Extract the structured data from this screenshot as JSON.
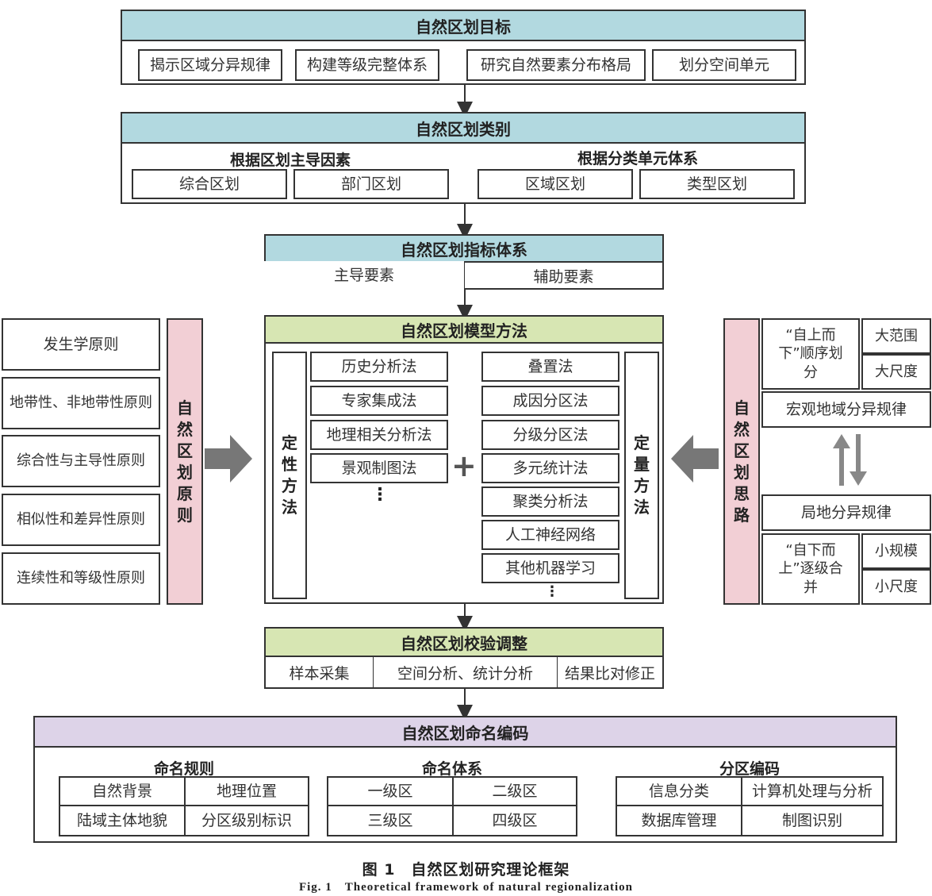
{
  "goal": {
    "title": "自然区划目标",
    "items": [
      "揭示区域分异规律",
      "构建等级完整体系",
      "研究自然要素分布格局",
      "划分空间单元"
    ]
  },
  "category": {
    "title": "自然区划类别",
    "left_heading": "根据区划主导因素",
    "right_heading": "根据分类单元体系",
    "items": [
      "综合区划",
      "部门区划",
      "区域区划",
      "类型区划"
    ]
  },
  "index": {
    "title": "自然区划指标体系",
    "items": [
      "主导要素",
      "辅助要素"
    ]
  },
  "principles": {
    "label": [
      "自",
      "然",
      "区",
      "划",
      "原",
      "则"
    ],
    "items": [
      "发生学原则",
      "地带性、非地带性原则",
      "综合性与主导性原则",
      "相似性和差异性原则",
      "连续性和等级性原则"
    ]
  },
  "model": {
    "title": "自然区划模型方法",
    "qualitative_label": [
      "定",
      "性",
      "方",
      "法"
    ],
    "quantitative_label": [
      "定",
      "量",
      "方",
      "法"
    ],
    "qualitative": [
      "历史分析法",
      "专家集成法",
      "地理相关分析法",
      "景观制图法"
    ],
    "quantitative": [
      "叠置法",
      "成因分区法",
      "分级分区法",
      "多元统计法",
      "聚类分析法",
      "人工神经网络",
      "其他机器学习"
    ],
    "plus": "+",
    "ellipsis": "⋮"
  },
  "thinking": {
    "label": [
      "自",
      "然",
      "区",
      "划",
      "思",
      "路"
    ],
    "top_down": "“自上而下”顺序划分",
    "large_range": "大范围",
    "large_scale": "大尺度",
    "macro": "宏观地域分异规律",
    "local": "局地分异规律",
    "bottom_up": "“自下而上”逐级合并",
    "small_range": "小规模",
    "small_scale": "小尺度"
  },
  "verify": {
    "title": "自然区划校验调整",
    "items": [
      "样本采集",
      "空间分析、统计分析",
      "结果比对修正"
    ]
  },
  "naming": {
    "title": "自然区划命名编码",
    "groups": [
      {
        "heading": "命名规则",
        "cells": [
          "自然背景",
          "地理位置",
          "陆域主体地貌",
          "分区级别标识"
        ]
      },
      {
        "heading": "命名体系",
        "cells": [
          "一级区",
          "二级区",
          "三级区",
          "四级区"
        ]
      },
      {
        "heading": "分区编码",
        "cells": [
          "信息分类",
          "计算机处理与分析",
          "数据库管理",
          "制图识别"
        ]
      }
    ]
  },
  "caption": {
    "cn": "图 1　自然区划研究理论框架",
    "en": "Fig. 1　Theoretical framework of natural regionalization"
  },
  "colors": {
    "teal": "#b2d9e0",
    "green": "#d7e6b3",
    "purple": "#ddd3e8",
    "pink": "#f2cfd5",
    "arrow": "#777777"
  }
}
